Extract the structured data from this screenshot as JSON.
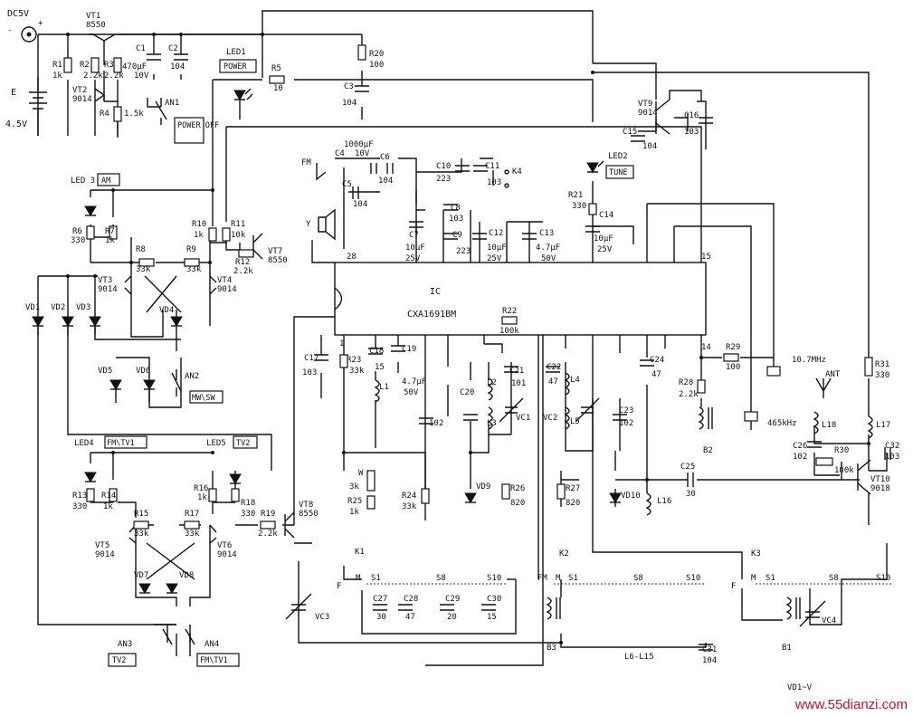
{
  "ic": {
    "name": "IC",
    "part": "CXA1691BM",
    "pin28": "28",
    "pin15": "15",
    "pin14": "14",
    "pin1": "1"
  },
  "power": {
    "supply": "DC5V",
    "battery_label": "E",
    "battery_value": "4.5V",
    "plus": "+",
    "minus": "-"
  },
  "tags": {
    "power": "POWER",
    "power_off": "POWER OFF",
    "am": "AM",
    "tune": "TUNE",
    "fm_tv1": "FM\\TV1",
    "tv2": "TV2",
    "mw_sw": "MW\\SW",
    "tv2_btn": "TV2",
    "fm_tv1_btn": "FM\\TV1"
  },
  "transistors": {
    "vt1": {
      "ref": "VT1",
      "part": "8550"
    },
    "vt2": {
      "ref": "VT2",
      "part": "9014"
    },
    "vt3": {
      "ref": "VT3",
      "part": "9014"
    },
    "vt4": {
      "ref": "VT4",
      "part": "9014"
    },
    "vt5": {
      "ref": "VT5",
      "part": "9014"
    },
    "vt6": {
      "ref": "VT6",
      "part": "9014"
    },
    "vt7": {
      "ref": "VT7",
      "part": "8550"
    },
    "vt8": {
      "ref": "VT8",
      "part": "8550"
    },
    "vt9": {
      "ref": "VT9",
      "part": "9014"
    },
    "vt10": {
      "ref": "VT10",
      "part": "9018"
    }
  },
  "resistors": {
    "r1": {
      "ref": "R1",
      "val": "1k"
    },
    "r2": {
      "ref": "R2",
      "val": "2.2k"
    },
    "r3": {
      "ref": "R3",
      "val": "2.2k"
    },
    "r4": {
      "ref": "R4",
      "val": "1.5k"
    },
    "r5": {
      "ref": "R5",
      "val": "10"
    },
    "r6": {
      "ref": "R6",
      "val": "330"
    },
    "r7": {
      "ref": "R7",
      "val": "1k"
    },
    "r8": {
      "ref": "R8",
      "val": "33k"
    },
    "r9": {
      "ref": "R9",
      "val": "33k"
    },
    "r10": {
      "ref": "R10",
      "val": "1k"
    },
    "r11": {
      "ref": "R11",
      "val": "10k"
    },
    "r12": {
      "ref": "R12",
      "val": "2.2k"
    },
    "r13": {
      "ref": "R13",
      "val": "330"
    },
    "r14": {
      "ref": "R14",
      "val": "1k"
    },
    "r15": {
      "ref": "R15",
      "val": "33k"
    },
    "r16": {
      "ref": "R16",
      "val": "1k"
    },
    "r17": {
      "ref": "R17",
      "val": "33k"
    },
    "r18": {
      "ref": "R18",
      "val": "330"
    },
    "r19": {
      "ref": "R19",
      "val": "2.2k"
    },
    "r20": {
      "ref": "R20",
      "val": "100"
    },
    "r21": {
      "ref": "R21",
      "val": "330"
    },
    "r22": {
      "ref": "R22",
      "val": "100k"
    },
    "r23": {
      "ref": "R23",
      "val": "33k"
    },
    "r24": {
      "ref": "R24",
      "val": "33k"
    },
    "r25": {
      "ref": "R25",
      "val": "1k"
    },
    "r26": {
      "ref": "R26",
      "val": "820"
    },
    "r27": {
      "ref": "R27",
      "val": "820"
    },
    "r28": {
      "ref": "R28",
      "val": "2.2k"
    },
    "r29": {
      "ref": "R29",
      "val": "100"
    },
    "r30": {
      "ref": "R30",
      "val": "100k"
    },
    "r31": {
      "ref": "R31",
      "val": "330"
    },
    "w": {
      "ref": "W",
      "val": "3k"
    }
  },
  "capacitors": {
    "c1": {
      "ref": "C1",
      "val": "470μF",
      "v": "10V"
    },
    "c2": {
      "ref": "C2",
      "val": "104"
    },
    "c3": {
      "ref": "C3",
      "val": "104"
    },
    "c4": {
      "ref": "C4",
      "val": "1000μF",
      "v": "10V"
    },
    "c5": {
      "ref": "C5",
      "val": "104"
    },
    "c6": {
      "ref": "C6",
      "val": "104"
    },
    "c7": {
      "ref": "C7",
      "val": "10μF",
      "v": "25V"
    },
    "c8": {
      "ref": "C8",
      "val": "103"
    },
    "c9": {
      "ref": "C9",
      "val": "223"
    },
    "c10": {
      "ref": "C10",
      "val": "223"
    },
    "c11": {
      "ref": "C11",
      "val": "103"
    },
    "c12": {
      "ref": "C12",
      "val": "10μF",
      "v": "25V"
    },
    "c13": {
      "ref": "C13",
      "val": "4.7μF",
      "v": "50V"
    },
    "c14": {
      "ref": "C14",
      "val": "10μF",
      "v": "25V"
    },
    "c15": {
      "ref": "C15",
      "val": "104"
    },
    "c16": {
      "ref": "C16",
      "val": "103"
    },
    "c17": {
      "ref": "C17",
      "val": "103"
    },
    "c18": {
      "ref": "C18",
      "val": "15"
    },
    "c19": {
      "ref": "C19",
      "val": "4.7μF",
      "v": "50V"
    },
    "c20": {
      "ref": "C20",
      "val": ""
    },
    "c21": {
      "ref": "C21",
      "val": "101"
    },
    "c22": {
      "ref": "C22",
      "val": "47"
    },
    "c23": {
      "ref": "C23",
      "val": "102"
    },
    "c24": {
      "ref": "C24",
      "val": "47"
    },
    "c25": {
      "ref": "C25",
      "val": "30"
    },
    "c26": {
      "ref": "C26",
      "val": "102"
    },
    "c27": {
      "ref": "C27",
      "val": "30"
    },
    "c28": {
      "ref": "C28",
      "val": "47"
    },
    "c29": {
      "ref": "C29",
      "val": "20"
    },
    "c30": {
      "ref": "C30",
      "val": "15"
    },
    "c31": {
      "ref": "C31",
      "val": "104"
    },
    "c32": {
      "ref": "C32",
      "val": "103"
    },
    "c102": {
      "ref": "",
      "val": "102"
    }
  },
  "leds": {
    "led1": "LED1",
    "led2": "LED2",
    "led3": "LED 3",
    "led4": "LED4",
    "led5": "LED5"
  },
  "diodes": {
    "vd1": "VD1",
    "vd2": "VD2",
    "vd3": "VD3",
    "vd4": "VD4",
    "vd5": "VD5",
    "vd6": "VD6",
    "vd7": "VD7",
    "vd8": "VD8",
    "vd9": "VD9",
    "vd10": "VD10"
  },
  "switches": {
    "an1": "AN1",
    "an2": "AN2",
    "an3": "AN3",
    "an4": "AN4",
    "k1": "K1",
    "k2": "K2",
    "k3": "K3",
    "k4": "K4"
  },
  "inductors": {
    "l1": "L1",
    "l2": "L2",
    "l3": "L3",
    "l4": "L4",
    "l5": "L5",
    "l16": "L16",
    "l17": "L17",
    "l18": "L18",
    "l6_l15": "L6-L15"
  },
  "transformers": {
    "b1": "B1",
    "b2": "B2",
    "b3": "B3"
  },
  "variable_caps": {
    "vc1": "VC1",
    "vc2": "VC2",
    "vc3": "VC3",
    "vc4": "VC4"
  },
  "filters": {
    "f107": "10.7MHz",
    "f465": "465kHz"
  },
  "misc": {
    "fm": "FM",
    "speaker": "Y",
    "ant": "ANT",
    "s1": "S1",
    "s8": "S8",
    "s10": "S10",
    "m": "M",
    "f": "F",
    "fm_sw": "FM",
    "plus": "+",
    "vd_tail": "VD1~V"
  },
  "watermark": "www.55dianzi.com"
}
